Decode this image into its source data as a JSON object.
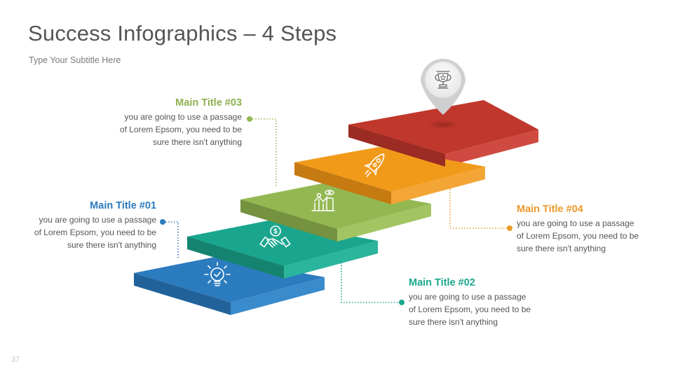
{
  "header": {
    "title": "Success Infographics – 4 Steps",
    "subtitle": "Type Your Subtitle Here"
  },
  "page_number": "37",
  "colors": {
    "step1": "#2b7bbf",
    "step2": "#1aa68e",
    "step3": "#93b852",
    "step4": "#f19a1a",
    "top": "#c0372c",
    "text": "#555555"
  },
  "steps": [
    {
      "title": "Main Title #01",
      "line1": "you are going to use a passage",
      "line2": "of Lorem Epsom, you need to be",
      "line3": "sure there isn't anything",
      "icon": "lightbulb-check-icon",
      "color": "#2b7bbf"
    },
    {
      "title": "Main Title #02",
      "line1": "you are going to use a passage",
      "line2": "of Lorem Epsom, you need to be",
      "line3": "sure there isn't anything",
      "icon": "handshake-dollar-icon",
      "color": "#1aa68e"
    },
    {
      "title": "Main Title #03",
      "line1": "you are going to use a passage",
      "line2": "of Lorem Epsom, you need to be",
      "line3": "sure there isn't anything",
      "icon": "growth-chart-hand-icon",
      "color": "#8db04f"
    },
    {
      "title": "Main Title #04",
      "line1": "you are going to use a passage",
      "line2": "of Lorem Epsom, you need to be",
      "line3": "sure there isn't anything",
      "icon": "rocket-icon",
      "color": "#eb9a2a"
    }
  ],
  "top_marker": {
    "icon": "trophy-star-icon"
  }
}
